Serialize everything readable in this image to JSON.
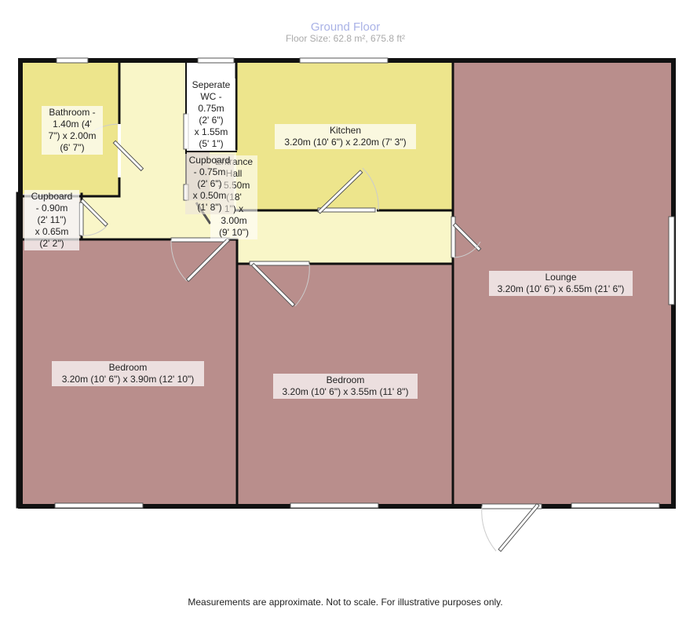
{
  "header": {
    "title": "Ground Floor",
    "subtitle": "Floor Size: 62.8 m², 675.8 ft²"
  },
  "rooms": {
    "bathroom": {
      "name": "Bathroom -",
      "lines": [
        "1.40m (4'",
        "7\") x 2.00m",
        "(6' 7\")"
      ]
    },
    "wc": {
      "name": "Seperate",
      "lines": [
        "WC -",
        "0.75m",
        "(2' 6\")",
        "x 1.55m",
        "(5' 1\")"
      ]
    },
    "cupboard_hall": {
      "name": "Cupboard",
      "lines": [
        "- 0.75m",
        "(2' 6\")",
        "x 0.50m",
        "(1' 8\")"
      ]
    },
    "entrance_hall": {
      "name": "Entrance",
      "lines": [
        "Hall",
        "- 5.50m",
        "(18'",
        "1\") x",
        "3.00m",
        "(9' 10\")"
      ]
    },
    "kitchen": {
      "name": "Kitchen",
      "dims": "3.20m (10' 6\") x 2.20m (7' 3\")"
    },
    "cupboard_left": {
      "name": "Cupboard",
      "lines": [
        "- 0.90m",
        "(2' 11\")",
        "x 0.65m",
        "(2' 2\")"
      ]
    },
    "lounge": {
      "name": "Lounge",
      "dims": "3.20m (10' 6\") x 6.55m (21' 6\")"
    },
    "bedroom1": {
      "name": "Bedroom",
      "dims": "3.20m (10' 6\") x 3.90m (12' 10\")"
    },
    "bedroom2": {
      "name": "Bedroom",
      "dims": "3.20m (10' 6\") x 3.55m (11' 8\")"
    }
  },
  "colors": {
    "bedroom_fill": "#b98e8c",
    "kitchen_fill": "#ede58c",
    "hall_fill": "#f9f6c8",
    "wall": "#111111",
    "window": "#d9d9d9",
    "title": "#a9b2e6"
  },
  "footer": {
    "disclaimer": "Measurements are approximate. Not to scale. For illustrative purposes only."
  }
}
